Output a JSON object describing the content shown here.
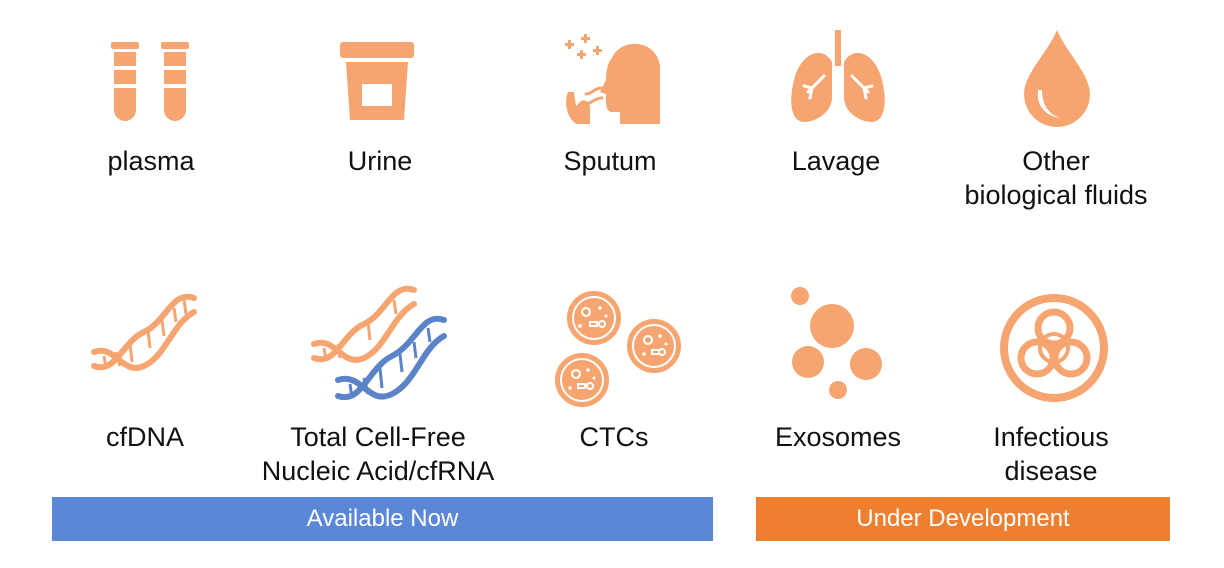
{
  "colors": {
    "icon": "#f6a570",
    "dna2": "#5b83c7",
    "bar_available": "#5b87d8",
    "bar_development": "#ee7f31"
  },
  "row1": [
    {
      "label": "plasma",
      "icon": "test-tubes-icon"
    },
    {
      "label": "Urine",
      "icon": "specimen-cup-icon"
    },
    {
      "label": "Sputum",
      "icon": "coughing-person-icon"
    },
    {
      "label": "Lavage",
      "icon": "lungs-icon"
    },
    {
      "label": "Other biological fluids",
      "line1": "Other",
      "line2": "biological fluids",
      "icon": "droplet-icon"
    }
  ],
  "row2": [
    {
      "label": "cfDNA",
      "icon": "dna-icon"
    },
    {
      "label": "Total Cell-Free Nucleic Acid/cfRNA",
      "line1": "Total Cell-Free",
      "line2": "Nucleic Acid/cfRNA",
      "icon": "double-dna-icon"
    },
    {
      "label": "CTCs",
      "icon": "cells-icon"
    },
    {
      "label": "Exosomes",
      "icon": "vesicles-icon"
    },
    {
      "label": "Infectious disease",
      "line1": "Infectious",
      "line2": "disease",
      "icon": "biohazard-icon"
    }
  ],
  "bars": {
    "available": "Available Now",
    "development": "Under Development"
  }
}
